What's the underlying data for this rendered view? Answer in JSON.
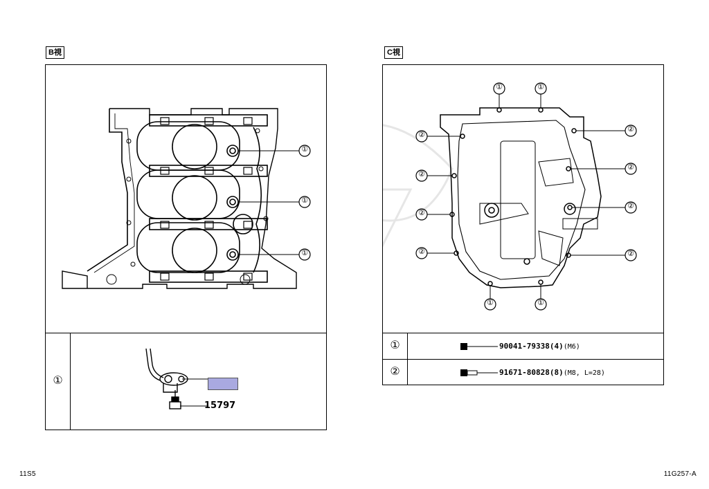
{
  "view_b": {
    "label": "B視",
    "callouts": [
      "①",
      "①",
      "①"
    ],
    "table": {
      "row_label": "①",
      "parts": [
        "15797"
      ],
      "highlight_color": "#a9a9e0"
    }
  },
  "view_c": {
    "label": "C視",
    "callouts_top": [
      "①",
      "①"
    ],
    "callouts_bottom": [
      "①",
      "①"
    ],
    "callouts_left": [
      "②",
      "②",
      "②",
      "②"
    ],
    "callouts_right": [
      "②",
      "②",
      "②",
      "②"
    ],
    "table": [
      {
        "label": "①",
        "part_number": "90041-79338",
        "qty": "(4)",
        "spec": "(M6)"
      },
      {
        "label": "②",
        "part_number": "91671-80828",
        "qty": "(8)",
        "spec": "(M8, L=28)"
      }
    ]
  },
  "footer": {
    "left_code": "11S5",
    "right_code": "11G257-A"
  }
}
